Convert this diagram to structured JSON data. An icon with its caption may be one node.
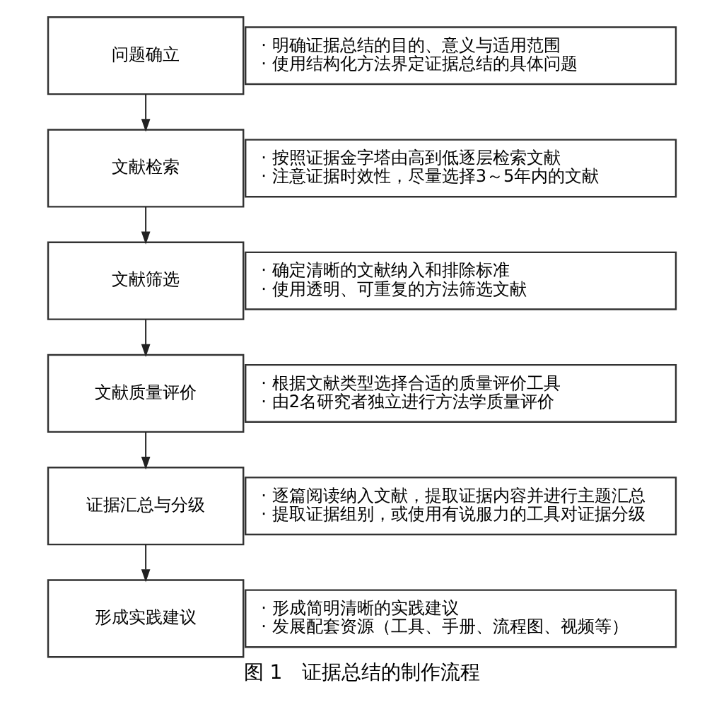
{
  "diagram": {
    "caption": "图 1　证据总结的制作流程",
    "nodes": [
      {
        "text": [
          "问题确立"
        ]
      },
      {
        "text": [
          "· 明确证据总结的目的、意义与适用范围",
          "· 使用结构化方法界定证据总结的具体问题"
        ]
      },
      {
        "text": [
          "文献检索"
        ]
      },
      {
        "text": [
          "· 按照证据金字塔由高到低逐层检索文献",
          "· 注意证据时效性，尽量选择3～5年内的文献"
        ]
      },
      {
        "text": [
          "文献筛选"
        ]
      },
      {
        "text": [
          "· 确定清晰的文献纳入和排除标准",
          "· 使用透明、可重复的方法筛选文献"
        ]
      },
      {
        "text": [
          "文献质量评价"
        ]
      },
      {
        "text": [
          "· 根据文献类型选择合适的质量评价工具",
          "· 由2名研究者独立进行方法学质量评价"
        ]
      },
      {
        "text": [
          "证据汇总与分级"
        ]
      },
      {
        "text": [
          "· 逐篇阅读纳入文献，提取证据内容并进行主题汇总",
          "· 提取证据组别，或使用有说服力的工具对证据分级"
        ]
      },
      {
        "text": [
          "形成实践建议"
        ]
      },
      {
        "text": [
          "· 形成简明清晰的实践建议",
          "· 发展配套资源（工具、手册、流程图、视频等）"
        ]
      }
    ],
    "edges": [
      {
        "from": 0,
        "to": 2,
        "arrow": "to"
      },
      {
        "from": 2,
        "to": 4,
        "arrow": "to"
      },
      {
        "from": 4,
        "to": 6,
        "arrow": "to"
      },
      {
        "from": 6,
        "to": 8,
        "arrow": "to"
      },
      {
        "from": 8,
        "to": 10,
        "arrow": "to"
      }
    ]
  }
}
